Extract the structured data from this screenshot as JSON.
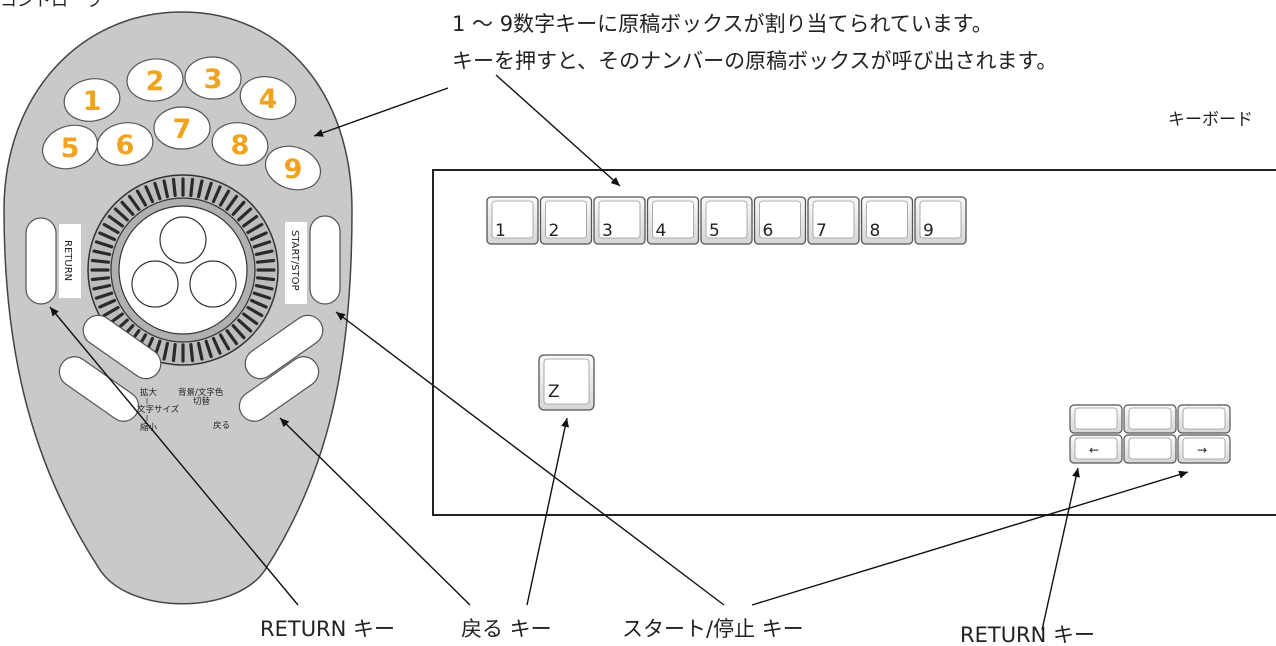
{
  "controller": {
    "title": "コントローラ",
    "number_keys": [
      "1",
      "2",
      "3",
      "4",
      "5",
      "6",
      "7",
      "8",
      "9"
    ],
    "return_side_label": "RETURN",
    "start_stop_side_label": "START/STOP",
    "labels": {
      "enlarge": "拡大",
      "text_size": "文字サイズ",
      "shrink": "縮小",
      "bg_text_color_1": "背景/文字色",
      "bg_text_color_2": "切替",
      "back": "戻る"
    },
    "colors": {
      "body": "#c9c9c9",
      "number_text": "#f0a31c"
    }
  },
  "description": {
    "line1": "1 ～ 9数字キーに原稿ボックスが割り当てられています。",
    "line2": "キーを押すと、そのナンバーの原稿ボックスが呼び出されます。"
  },
  "keyboard": {
    "title": "キーボード",
    "number_keys": [
      "1",
      "2",
      "3",
      "4",
      "5",
      "6",
      "7",
      "8",
      "9"
    ],
    "z_key": "Z",
    "arrow_left": "←",
    "arrow_right": "→"
  },
  "bottom_labels": {
    "return_left": "RETURN キー",
    "back": "戻る キー",
    "start_stop": "スタート/停止 キー",
    "return_right": "RETURN キー"
  }
}
